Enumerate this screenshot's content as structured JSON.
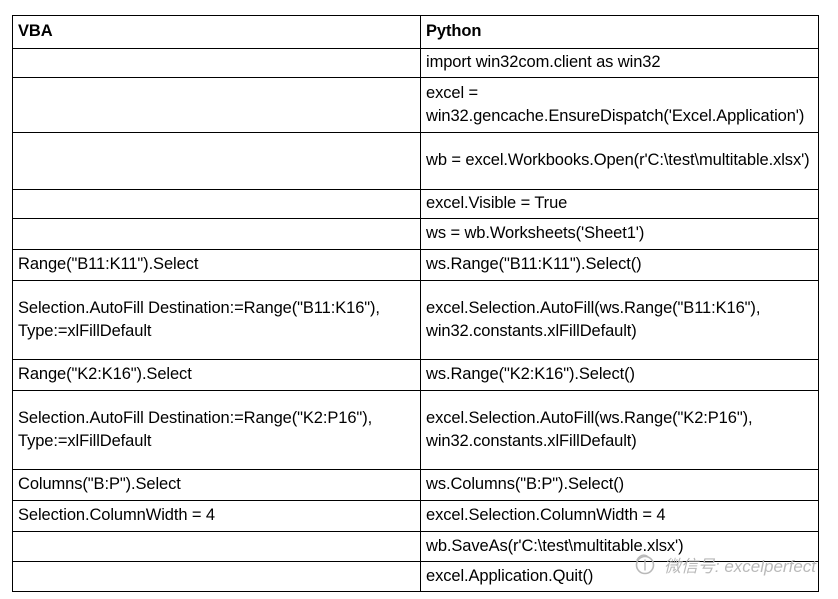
{
  "table": {
    "headers": [
      "VBA",
      "Python"
    ],
    "rows": [
      {
        "vba": "",
        "python": "import win32com.client as win32"
      },
      {
        "vba": "",
        "python": "excel = win32.gencache.EnsureDispatch('Excel.Application')"
      },
      {
        "vba": "",
        "python": "wb = excel.Workbooks.Open(r'C:\\test\\multitable.xlsx')"
      },
      {
        "vba": "",
        "python": "excel.Visible = True"
      },
      {
        "vba": "",
        "python": "ws = wb.Worksheets('Sheet1')"
      },
      {
        "vba": "Range(\"B11:K11\").Select",
        "python": "ws.Range(\"B11:K11\").Select()"
      },
      {
        "vba": "Selection.AutoFill Destination:=Range(\"B11:K16\"), Type:=xlFillDefault",
        "python": "excel.Selection.AutoFill(ws.Range(\"B11:K16\"), win32.constants.xlFillDefault)"
      },
      {
        "vba": "Range(\"K2:K16\").Select",
        "python": "ws.Range(\"K2:K16\").Select()"
      },
      {
        "vba": "Selection.AutoFill Destination:=Range(\"K2:P16\"), Type:=xlFillDefault",
        "python": "excel.Selection.AutoFill(ws.Range(\"K2:P16\"), win32.constants.xlFillDefault)"
      },
      {
        "vba": "Columns(\"B:P\").Select",
        "python": "ws.Columns(\"B:P\").Select()"
      },
      {
        "vba": "Selection.ColumnWidth = 4",
        "python": "excel.Selection.ColumnWidth = 4"
      },
      {
        "vba": "",
        "python": "wb.SaveAs(r'C:\\test\\multitable.xlsx')"
      },
      {
        "vba": "",
        "python": "excel.Application.Quit()"
      }
    ]
  },
  "watermark": {
    "text": "微信号: excelperfect",
    "color": "#b4b4b4",
    "logo_icon": "circle-logo-icon"
  }
}
